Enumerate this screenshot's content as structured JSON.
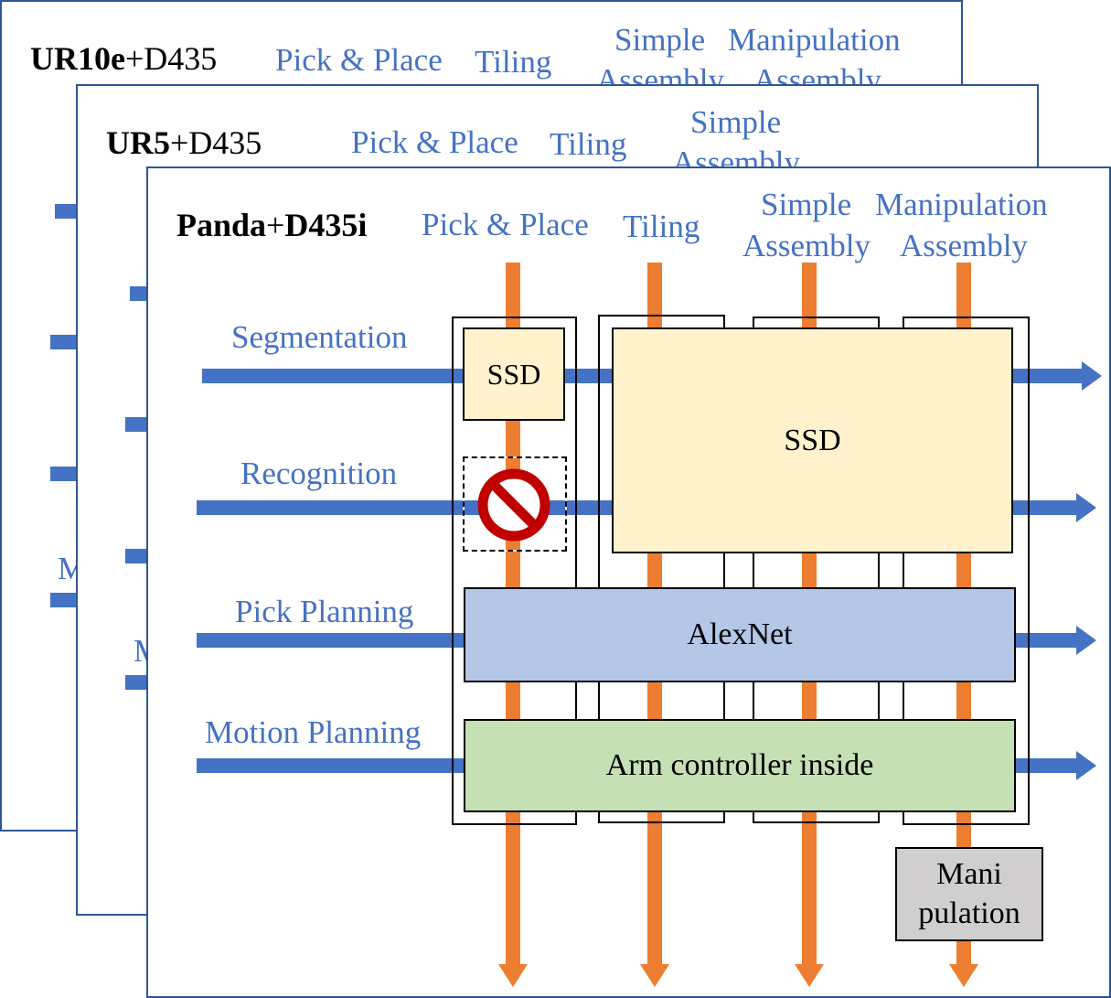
{
  "layers": {
    "back": {
      "robot_bold": "UR10e",
      "robot_rest": "+D435",
      "task1": "Pick & Place",
      "task2": "Tiling",
      "task3_line1": "Simple",
      "task3_line2": "Assembly",
      "task4_line1": "Manipulation",
      "task4_line2": "Assembly",
      "row_fragment": "M"
    },
    "middle": {
      "robot_bold": "UR5",
      "robot_rest": "+D435",
      "task1": "Pick & Place",
      "task2": "Tiling",
      "task3_line1": "Simple",
      "task3_line2": "Assembly",
      "row_fragment": "M"
    },
    "front": {
      "robot_bold": "Panda",
      "robot_rest": "+",
      "robot_bold2": "D435i",
      "tasks": {
        "pick_place": "Pick & Place",
        "tiling": "Tiling",
        "simple_line1": "Simple",
        "simple_line2": "Assembly",
        "manip_line1": "Manipulation",
        "manip_line2": "Assembly"
      },
      "stages": {
        "segmentation": "Segmentation",
        "recognition": "Recognition",
        "pick_planning": "Pick Planning",
        "motion_planning": "Motion Planning"
      },
      "modules": {
        "ssd_small": "SSD",
        "ssd_large": "SSD",
        "alexnet": "AlexNet",
        "arm_controller": "Arm controller inside",
        "manipulation_line1": "Mani",
        "manipulation_line2": "pulation"
      }
    }
  },
  "colors": {
    "layer_border": "#2f5597",
    "stage_text": "#4472c4",
    "stage_arrow": "#4472c4",
    "task_arrow": "#ed7d31",
    "ssd_fill": "#fff2cc",
    "alexnet_fill": "#b4c7e7",
    "arm_fill": "#c5e0b4",
    "manip_fill": "#d0cece",
    "prohibit": "#c00000"
  },
  "icons": [
    "prohibit-icon"
  ]
}
